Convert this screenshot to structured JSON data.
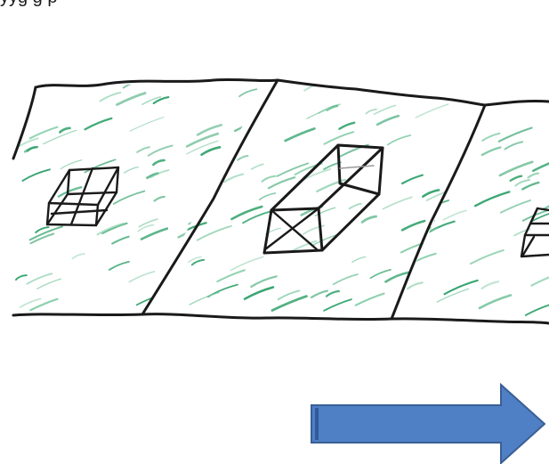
{
  "caption": "yyg g    p",
  "colors": {
    "ink": "#1a1a1a",
    "hatch": "#1f9a5e",
    "hatch_light": "#7fcaa4",
    "arrow_fill": "#4f7fc4",
    "arrow_stroke": "#3a5f95",
    "background": "#ffffff"
  },
  "diagram": {
    "panels": [
      {
        "name": "left-panel"
      },
      {
        "name": "middle-panel"
      },
      {
        "name": "right-panel"
      }
    ],
    "windows": [
      {
        "name": "left-skylight"
      },
      {
        "name": "middle-skylight"
      },
      {
        "name": "right-skylight"
      }
    ],
    "arrow": {
      "direction": "right"
    }
  }
}
